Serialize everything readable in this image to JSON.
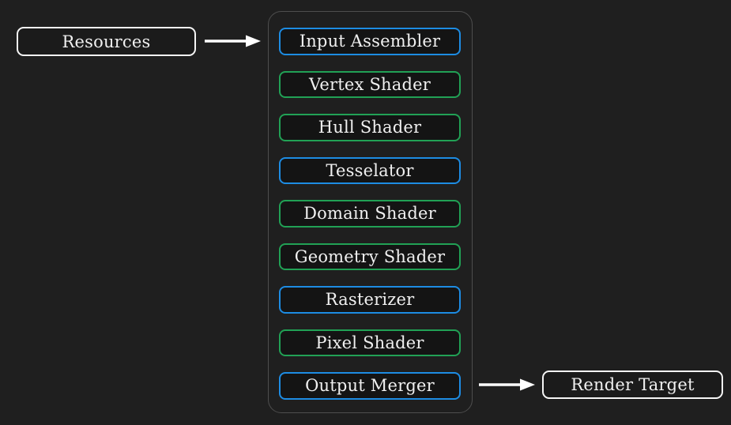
{
  "colors": {
    "bg": "#1f1f1f",
    "box_fill": "#141414",
    "io_fill": "#1b1b1b",
    "white_border": "#f5f5f5",
    "container_border": "#4e4e4e",
    "fixed": "#1d8ce3",
    "programmable": "#21a155",
    "text": "#f0f0f0",
    "arrow": "#ffffff"
  },
  "resources_box": {
    "label": "Resources"
  },
  "render_target_box": {
    "label": "Render Target"
  },
  "pipeline": {
    "stages": [
      {
        "label": "Input Assembler",
        "kind": "fixed"
      },
      {
        "label": "Vertex Shader",
        "kind": "programmable"
      },
      {
        "label": "Hull Shader",
        "kind": "programmable"
      },
      {
        "label": "Tesselator",
        "kind": "fixed"
      },
      {
        "label": "Domain Shader",
        "kind": "programmable"
      },
      {
        "label": "Geometry Shader",
        "kind": "programmable"
      },
      {
        "label": "Rasterizer",
        "kind": "fixed"
      },
      {
        "label": "Pixel Shader",
        "kind": "programmable"
      },
      {
        "label": "Output Merger",
        "kind": "fixed"
      }
    ]
  },
  "arrows": [
    {
      "name": "resources-to-pipeline"
    },
    {
      "name": "pipeline-to-render-target"
    }
  ]
}
